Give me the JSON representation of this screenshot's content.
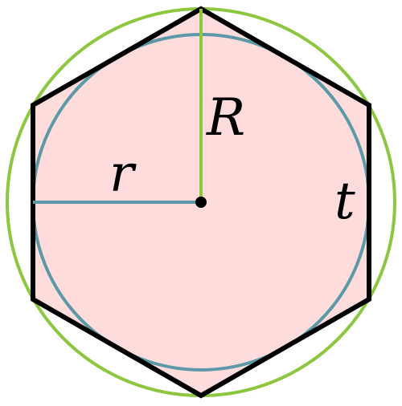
{
  "labels": {
    "circumradius": "R",
    "inradius": "r",
    "side": "t"
  },
  "colors": {
    "hexagon_fill": "#ffdcdc",
    "hexagon_stroke": "#000000",
    "circumcircle": "#8dc63f",
    "incircle": "#5b99a8",
    "center_point": "#000000",
    "background": "#ffffff"
  }
}
